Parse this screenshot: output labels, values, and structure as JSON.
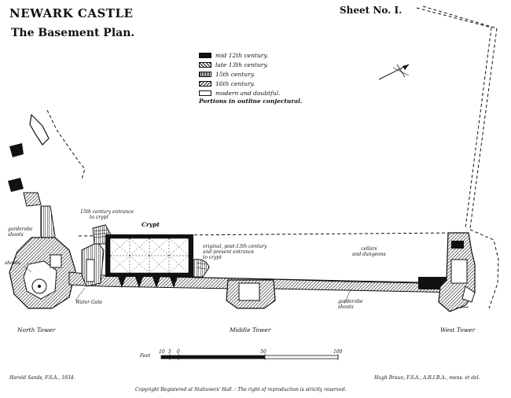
{
  "header": {
    "title": "NEWARK CASTLE",
    "subtitle": "The Basement Plan.",
    "sheet": "Sheet No. I."
  },
  "legend": {
    "items": [
      {
        "label": "mid 12th century.",
        "color": "#111111"
      },
      {
        "label": "late 13th century.",
        "color": "#555555"
      },
      {
        "label": "15th century.",
        "color": "#7a7a7a"
      },
      {
        "label": "16th century.",
        "color": "#999999"
      },
      {
        "label": "modern and doubtful.",
        "color": "#e6e6e6"
      }
    ],
    "note": "Portions in outline conjectural."
  },
  "labels": {
    "crypt": "Crypt",
    "entrance_15th": [
      "15th century entrance",
      "to crypt"
    ],
    "garderobe_left": [
      "garderobe",
      "shoots"
    ],
    "shoots": "shoots",
    "water_gate": "Water Gate",
    "original_entrance": [
      "original, post-13th century",
      "and present entrance",
      "to crypt"
    ],
    "cellars": [
      "cellars",
      "and dungeons"
    ],
    "garderobe_right": [
      "garderobe",
      "shoots"
    ],
    "north_tower": "North Tower",
    "middle_tower": "Middle Tower",
    "west_tower": "West Tower"
  },
  "scale": {
    "label": "Feet",
    "ticks": [
      "10",
      "5",
      "0",
      "50",
      "100"
    ]
  },
  "footer": {
    "left_credit": "Harold Sands, F.S.A., 1934.",
    "right_credit": "Hugh Braun, F.S.A., A.R.I.B.A., mens. et del.",
    "copyright": "Copyright Registered at Stationers' Hall  ∴  The right of reproduction is strictly reserved."
  }
}
